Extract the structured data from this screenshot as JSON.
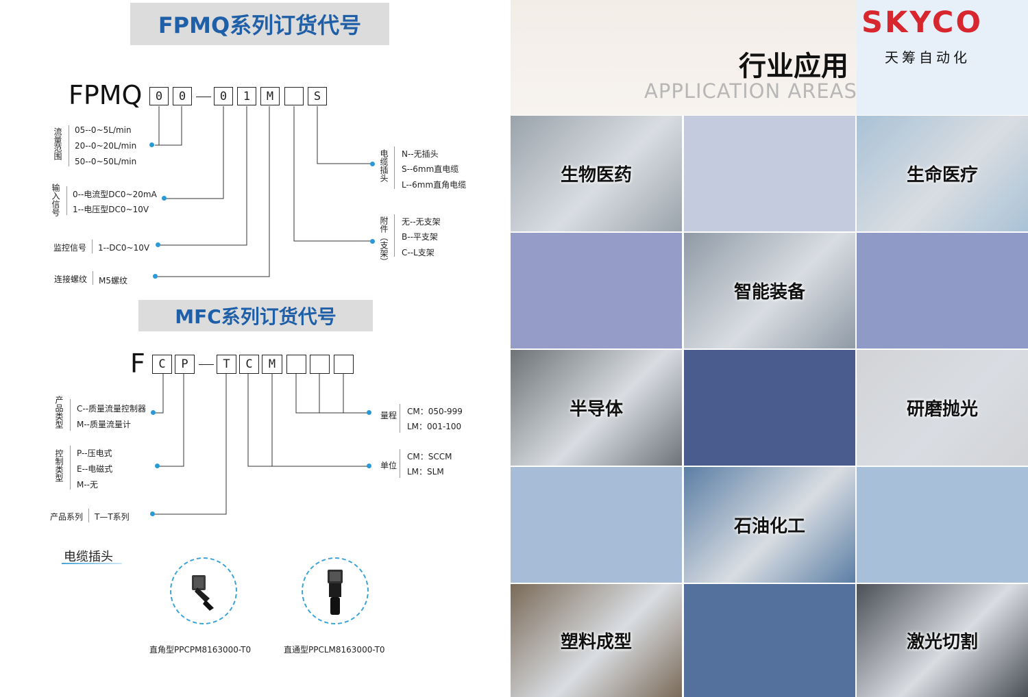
{
  "fpmq": {
    "title": "FPMQ系列订货代号",
    "prefix": "FPMQ",
    "boxes": [
      "0",
      "0",
      "0",
      "1",
      "M",
      "",
      "S"
    ],
    "flow": {
      "label": "流量范围",
      "options": [
        "05--0~5L/min",
        "20--0~20L/min",
        "50--0~50L/min"
      ]
    },
    "input": {
      "label": "输入信号",
      "options": [
        "0--电流型DC0~20mA",
        "1--电压型DC0~10V"
      ]
    },
    "monitor": {
      "label": "监控信号",
      "value": "1--DC0~10V"
    },
    "thread": {
      "label": "连接螺纹",
      "value": "M5螺纹"
    },
    "cable": {
      "label": "电缆插头",
      "options": [
        "N--无插头",
        "S--6mm直电缆",
        "L--6mm直角电缆"
      ]
    },
    "accessory": {
      "label": "附件（支架）",
      "options": [
        "无--无支架",
        "B--平支架",
        "C--L支架"
      ]
    }
  },
  "mfc": {
    "title": "MFC系列订货代号",
    "prefix": "F",
    "boxes": [
      "C",
      "P",
      "T",
      "C",
      "M",
      "",
      "",
      ""
    ],
    "product_type": {
      "label": "产品类型",
      "options": [
        "C--质量流量控制器",
        "M--质量流量计"
      ]
    },
    "control_type": {
      "label": "控制类型",
      "options": [
        "P--压电式",
        "E--电磁式",
        "M--无"
      ]
    },
    "series": {
      "label": "产品系列",
      "value": "T—T系列"
    },
    "range": {
      "label": "量程",
      "options": [
        "CM：050-999",
        "LM：001-100"
      ]
    },
    "unit": {
      "label": "单位",
      "options": [
        "CM：SCCM",
        "LM：SLM"
      ]
    }
  },
  "connectors": {
    "title": "电缆插头",
    "items": [
      {
        "caption": "直角型PPCPM8163000-T0",
        "icon": "right-angle-connector-icon"
      },
      {
        "caption": "直通型PPCLM8163000-T0",
        "icon": "straight-connector-icon"
      }
    ]
  },
  "applications": {
    "title": "行业应用",
    "subtitle": "APPLICATION AREAS",
    "logo": {
      "brand": "SKYCO",
      "cn": "天筹自动化",
      "color": "#d7262e"
    },
    "tiles": [
      {
        "label": "生物医药",
        "color": "#9aa3ab"
      },
      {
        "label": "",
        "color": "#c4cbdf"
      },
      {
        "label": "生命医疗",
        "color": "#a9c2d6"
      },
      {
        "label": "",
        "color": "#959cc7"
      },
      {
        "label": "智能装备",
        "color": "#8f9aa6"
      },
      {
        "label": "",
        "color": "#8f9bc6"
      },
      {
        "label": "半导体",
        "color": "#6e7378"
      },
      {
        "label": "",
        "color": "#4a5b8e"
      },
      {
        "label": "研磨抛光",
        "color": "#d2d3d6"
      },
      {
        "label": "",
        "color": "#a7bdd7"
      },
      {
        "label": "石油化工",
        "color": "#5b7ea5"
      },
      {
        "label": "",
        "color": "#a8bfd9"
      },
      {
        "label": "塑料成型",
        "color": "#7a6a58"
      },
      {
        "label": "",
        "color": "#54709d"
      },
      {
        "label": "激光切割",
        "color": "#4b4f56"
      }
    ]
  }
}
